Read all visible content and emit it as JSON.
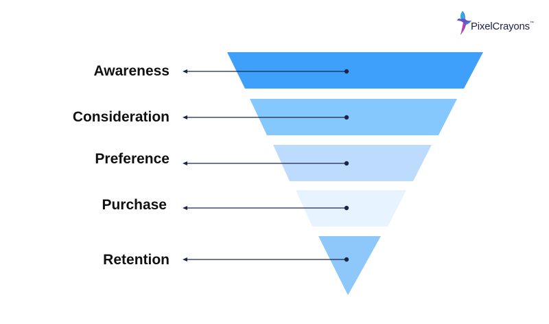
{
  "logo": {
    "text": "PixelCrayons",
    "trademark": "TM",
    "icon": "hummingbird-icon"
  },
  "stages": [
    {
      "label": "Awareness",
      "color": "#3fa0fb"
    },
    {
      "label": "Consideration",
      "color": "#85c8fd"
    },
    {
      "label": "Preference",
      "color": "#bddcfd"
    },
    {
      "label": "Purchase",
      "color": "#e7f3fe"
    },
    {
      "label": "Retention",
      "color": "#8ec7fa"
    }
  ],
  "connector_color": "#1c2449"
}
